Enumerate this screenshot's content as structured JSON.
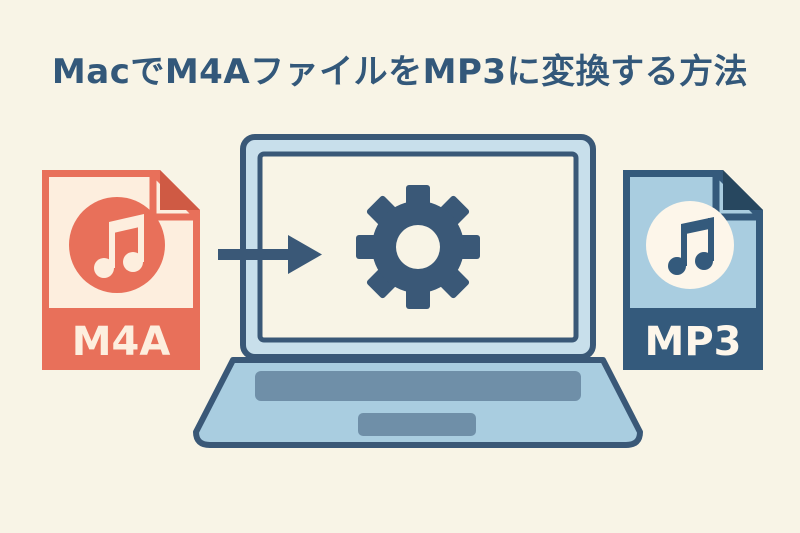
{
  "title": "MacでM4AファイルをMP3に変換する方法",
  "source_file": {
    "label": "M4A",
    "icon": "music-note-icon",
    "color": "#e8705a",
    "page_color": "#fdeede"
  },
  "target_file": {
    "label": "MP3",
    "icon": "music-note-icon",
    "color": "#345a7c",
    "page_color": "#a9cde0"
  },
  "arrow": {
    "icon": "arrow-right-icon",
    "color": "#3a5877"
  },
  "laptop": {
    "screen_icon": "gear-icon",
    "body_color": "#a9cde0",
    "outline_color": "#3a5877"
  },
  "colors": {
    "background": "#f8f4e6",
    "title": "#33587a"
  }
}
